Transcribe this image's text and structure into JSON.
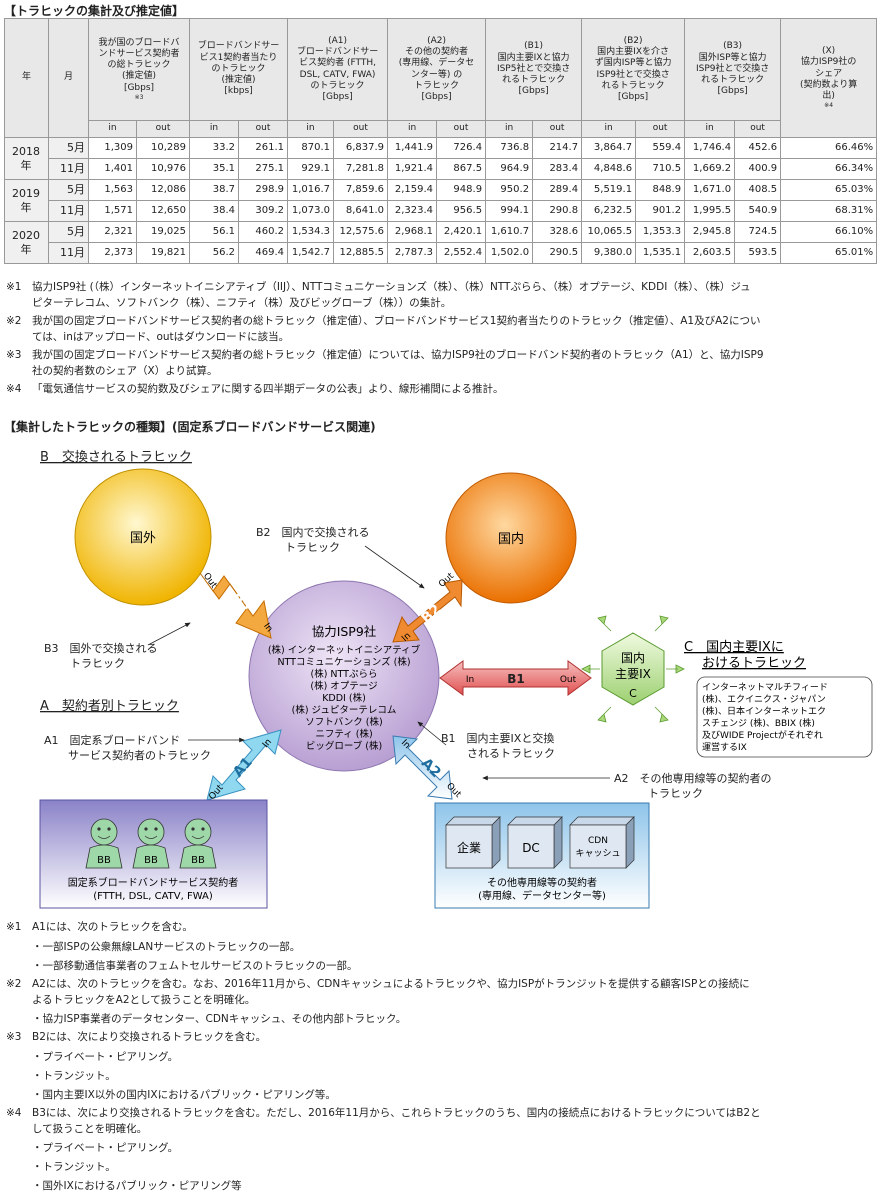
{
  "table": {
    "title": "【トラヒックの集計及び推定値】",
    "col_year": "年",
    "col_month": "月",
    "headers": [
      {
        "lines": [
          "我が国のブロードバ",
          "ンドサービス契約者",
          "の総トラヒック",
          "(推定値)",
          "[Gbps]"
        ],
        "ref": "※3"
      },
      {
        "lines": [
          "ブロードバンドサー",
          "ビス1契約者当たり",
          "のトラヒック",
          "(推定値)",
          "[kbps]"
        ],
        "ref": ""
      },
      {
        "lines": [
          "(A1)",
          "ブロードバンドサー",
          "ビス契約者 (FTTH,",
          "DSL, CATV, FWA)",
          "のトラヒック",
          "[Gbps]"
        ],
        "ref": ""
      },
      {
        "lines": [
          "(A2)",
          "その他の契約者",
          "(専用線、データセ",
          "ンター等) の",
          "トラヒック",
          "[Gbps]"
        ],
        "ref": ""
      },
      {
        "lines": [
          "(B1)",
          "国内主要IXと協力",
          "ISP5社とで交換さ",
          "れるトラヒック",
          "[Gbps]"
        ],
        "ref": ""
      },
      {
        "lines": [
          "(B2)",
          "国内主要IXを介さ",
          "ず国内ISP等と協力",
          "ISP9社とで交換さ",
          "れるトラヒック",
          "[Gbps]"
        ],
        "ref": ""
      },
      {
        "lines": [
          "(B3)",
          "国外ISP等と協力",
          "ISP9社とで交換さ",
          "れるトラヒック",
          "[Gbps]"
        ],
        "ref": ""
      },
      {
        "lines": [
          "(X)",
          "協力ISP9社の",
          "シェア",
          "(契約数より算",
          "出)"
        ],
        "ref": "※4"
      }
    ],
    "in_label": "in",
    "out_label": "out",
    "groups": [
      {
        "year": "2018年",
        "rows": [
          {
            "month": "5月",
            "values": [
              "1,309",
              "10,289",
              "33.2",
              "261.1",
              "870.1",
              "6,837.9",
              "1,441.9",
              "726.4",
              "736.8",
              "214.7",
              "3,864.7",
              "559.4",
              "1,746.4",
              "452.6",
              "66.46%"
            ]
          },
          {
            "month": "11月",
            "values": [
              "1,401",
              "10,976",
              "35.1",
              "275.1",
              "929.1",
              "7,281.8",
              "1,921.4",
              "867.5",
              "964.9",
              "283.4",
              "4,848.6",
              "710.5",
              "1,669.2",
              "400.9",
              "66.34%"
            ]
          }
        ]
      },
      {
        "year": "2019年",
        "rows": [
          {
            "month": "5月",
            "values": [
              "1,563",
              "12,086",
              "38.7",
              "298.9",
              "1,016.7",
              "7,859.6",
              "2,159.4",
              "948.9",
              "950.2",
              "289.4",
              "5,519.1",
              "848.9",
              "1,671.0",
              "408.5",
              "65.03%"
            ]
          },
          {
            "month": "11月",
            "values": [
              "1,571",
              "12,650",
              "38.4",
              "309.2",
              "1,073.0",
              "8,641.0",
              "2,323.4",
              "956.5",
              "994.1",
              "290.8",
              "6,232.5",
              "901.2",
              "1,995.5",
              "540.9",
              "68.31%"
            ]
          }
        ]
      },
      {
        "year": "2020年",
        "rows": [
          {
            "month": "5月",
            "values": [
              "2,321",
              "19,025",
              "56.1",
              "460.2",
              "1,534.3",
              "12,575.6",
              "2,968.1",
              "2,420.1",
              "1,610.7",
              "328.6",
              "10,065.5",
              "1,353.3",
              "2,945.8",
              "724.5",
              "66.10%"
            ]
          },
          {
            "month": "11月",
            "values": [
              "2,373",
              "19,821",
              "56.2",
              "469.4",
              "1,542.7",
              "12,885.5",
              "2,787.3",
              "2,552.4",
              "1,502.0",
              "290.5",
              "9,380.0",
              "1,535.1",
              "2,603.5",
              "593.5",
              "65.01%"
            ]
          }
        ]
      }
    ]
  },
  "table_notes": [
    {
      "mark": "※1",
      "lines": [
        "協力ISP9社 (（株）インターネットイニシアティブ（IIJ）、NTTコミュニケーションズ（株）、（株）NTTぷらら、（株）オプテージ、KDDI（株）、（株）ジュ",
        "ピターテレコム、ソフトバンク（株）、ニフティ（株）及びビッグローブ（株））の集計。"
      ]
    },
    {
      "mark": "※2",
      "lines": [
        "我が国の固定ブロードバンドサービス契約者の総トラヒック（推定値）、ブロードバンドサービス1契約者当たりのトラヒック（推定値）、A1及びA2につい",
        "ては、inはアップロード、outはダウンロードに該当。"
      ]
    },
    {
      "mark": "※3",
      "lines": [
        "我が国の固定ブロードバンドサービス契約者の総トラヒック（推定値）については、協力ISP9社のブロードバンド契約者のトラヒック（A1）と、協力ISP9",
        "社の契約者数のシェア（X）より試算。"
      ]
    },
    {
      "mark": "※4",
      "lines": [
        "「電気通信サービスの契約数及びシェアに関する四半期データの公表」より、線形補間による推計。"
      ]
    }
  ],
  "diagram": {
    "title": "【集計したトラヒックの種類】(固定系ブロードバンドサービス関連)",
    "section_b": "B　交換されるトラヒック",
    "section_a": "A　契約者別トラヒック",
    "kokugai": "国外",
    "kokunai": "国内",
    "isp9_title": "協力ISP9社",
    "isp9_members": [
      "(株) インターネットイニシアティブ",
      "NTTコミュニケーションズ (株)",
      "(株) NTTぷらら",
      "(株) オプテージ",
      "KDDI (株)",
      "(株) ジュピターテレコム",
      "ソフトバンク (株)",
      "ニフティ (株)",
      "ビッグローブ (株)"
    ],
    "b2_label": [
      "B2　国内で交換される",
      "トラヒック"
    ],
    "b3_label": [
      "B3　国外で交換される",
      "トラヒック"
    ],
    "b1_label": [
      "B1　国内主要IXと交換",
      "されるトラヒック"
    ],
    "a1_label": [
      "A1　固定系ブロードバンド",
      "サービス契約者のトラヒック"
    ],
    "a2_label": [
      "A2　その他専用線等の契約者の",
      "トラヒック"
    ],
    "section_c": [
      "C　国内主要IXに",
      "おけるトラヒック"
    ],
    "ix_name": [
      "国内",
      "主要IX"
    ],
    "ix_letter": "C",
    "ix_note": [
      "インターネットマルチフィード",
      "(株)、エクイニクス・ジャパン",
      "(株)、日本インターネットエク",
      "スチェンジ (株)、BBIX (株)",
      "及びWIDE Projectがそれぞれ",
      "運営するIX"
    ],
    "arrow_in": "In",
    "arrow_out": "Out",
    "b1": "B1",
    "b2": "B2",
    "b3": "B3",
    "a1": "A1",
    "a2": "A2",
    "bb": "BB",
    "bb_caption": [
      "固定系ブロードバンドサービス契約者",
      "(FTTH, DSL, CATV, FWA)"
    ],
    "kigyo": "企業",
    "dc": "DC",
    "cdn": [
      "CDN",
      "キャッシュ"
    ],
    "other_caption": [
      "その他専用線等の契約者",
      "(専用線、データセンター等)"
    ]
  },
  "bottom_notes": [
    {
      "mark": "※1",
      "lines": [
        "A1には、次のトラヒックを含む。"
      ]
    },
    {
      "bullet": "・一部ISPの公衆無線LANサービスのトラヒックの一部。"
    },
    {
      "bullet": "・一部移動通信事業者のフェムトセルサービスのトラヒックの一部。"
    },
    {
      "mark": "※2",
      "lines": [
        "A2には、次のトラヒックを含む。なお、2016年11月から、CDNキャッシュによるトラヒックや、協力ISPがトランジットを提供する顧客ISPとの接続に",
        "よるトラヒックをA2として扱うことを明確化。"
      ]
    },
    {
      "bullet": "・協力ISP事業者のデータセンター、CDNキャッシュ、その他内部トラヒック。"
    },
    {
      "mark": "※3",
      "lines": [
        "B2には、次により交換されるトラヒックを含む。"
      ]
    },
    {
      "bullet": "・プライベート・ピアリング。"
    },
    {
      "bullet": "・トランジット。"
    },
    {
      "bullet": "・国内主要IX以外の国内IXにおけるパブリック・ピアリング等。"
    },
    {
      "mark": "※4",
      "lines": [
        "B3には、次により交換されるトラヒックを含む。ただし、2016年11月から、これらトラヒックのうち、国内の接続点におけるトラヒックについてはB2と",
        "して扱うことを明確化。"
      ]
    },
    {
      "bullet": "・プライベート・ピアリング。"
    },
    {
      "bullet": "・トランジット。"
    },
    {
      "bullet": "・国外IXにおけるパブリック・ピアリング等"
    }
  ]
}
